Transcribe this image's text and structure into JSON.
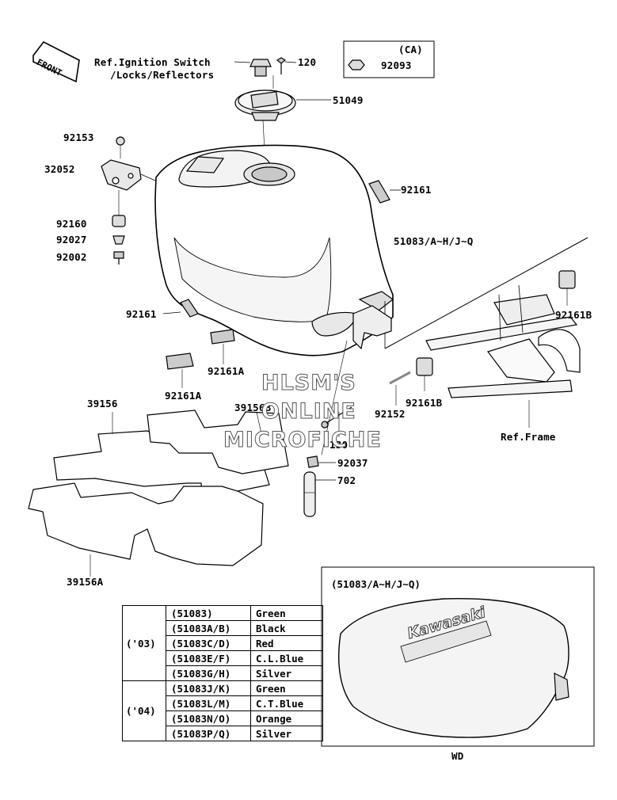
{
  "callouts": {
    "ignition": "Ref.Ignition Switch",
    "locks": "/Locks/Reflectors",
    "p120": "120",
    "p51049": "51049",
    "p92153": "92153",
    "p32052": "32052",
    "p92160": "92160",
    "p92027": "92027",
    "p92002": "92002",
    "p92161_top": "92161",
    "p51083": "51083/A~H/J~Q",
    "p92161_left": "92161",
    "p92161A_1": "92161A",
    "p92161A_2": "92161A",
    "p92161B_1": "92161B",
    "p92161B_2": "92161B",
    "p92152": "92152",
    "p39156": "39156",
    "p39156B": "39156B",
    "p130": "130",
    "p92037": "92037",
    "p702": "702",
    "p39156A": "39156A",
    "ref_frame": "Ref.Frame",
    "ca": "(CA)",
    "p92093": "92093",
    "front": "FRONT"
  },
  "watermark": [
    "HLSM'S",
    "ONLINE",
    "MICROFICHE"
  ],
  "color_table": {
    "groups": [
      {
        "year": "('03)",
        "rows": [
          {
            "part": "(51083)",
            "color": "Green"
          },
          {
            "part": "(51083A/B)",
            "color": "Black"
          },
          {
            "part": "(51083C/D)",
            "color": "Red"
          },
          {
            "part": "(51083E/F)",
            "color": "C.L.Blue"
          },
          {
            "part": "(51083G/H)",
            "color": "Silver"
          }
        ]
      },
      {
        "year": "('04)",
        "rows": [
          {
            "part": "(51083J/K)",
            "color": "Green"
          },
          {
            "part": "(51083L/M)",
            "color": "C.T.Blue"
          },
          {
            "part": "(51083N/O)",
            "color": "Orange"
          },
          {
            "part": "(51083P/Q)",
            "color": "Silver"
          }
        ]
      }
    ]
  },
  "inset": {
    "title": "(51083/A~H/J~Q)",
    "brand": "Kawasaki"
  },
  "footer_code": "WD"
}
